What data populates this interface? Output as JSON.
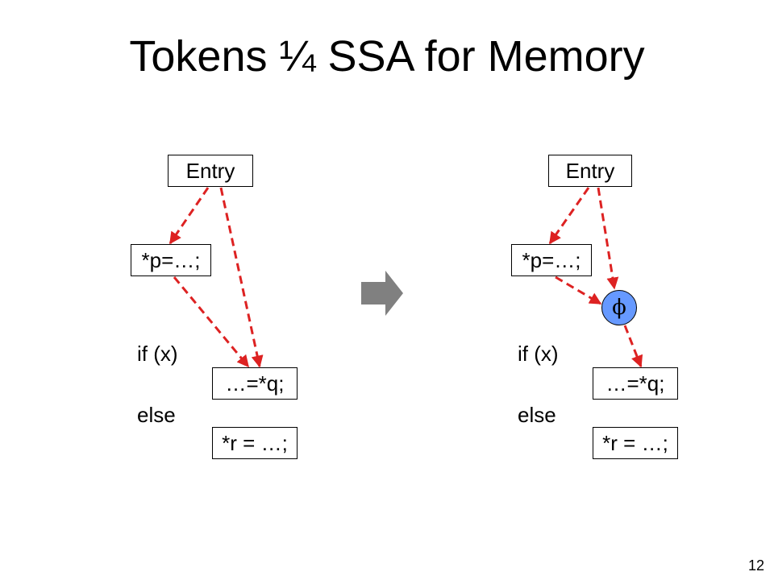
{
  "title": "Tokens ¼ SSA for Memory",
  "page_number": "12",
  "colors": {
    "edge": "#dd2222",
    "phi_fill": "#6699ff",
    "arrow_fill": "#808080"
  },
  "left": {
    "entry": "Entry",
    "store_p": "*p=…;",
    "if_label": "if (x)",
    "load_q": "…=*q;",
    "else_label": "else",
    "store_r": "*r = …;"
  },
  "right": {
    "entry": "Entry",
    "store_p": "*p=…;",
    "phi": "ϕ",
    "if_label": "if (x)",
    "load_q": "…=*q;",
    "else_label": "else",
    "store_r": "*r = …;"
  }
}
